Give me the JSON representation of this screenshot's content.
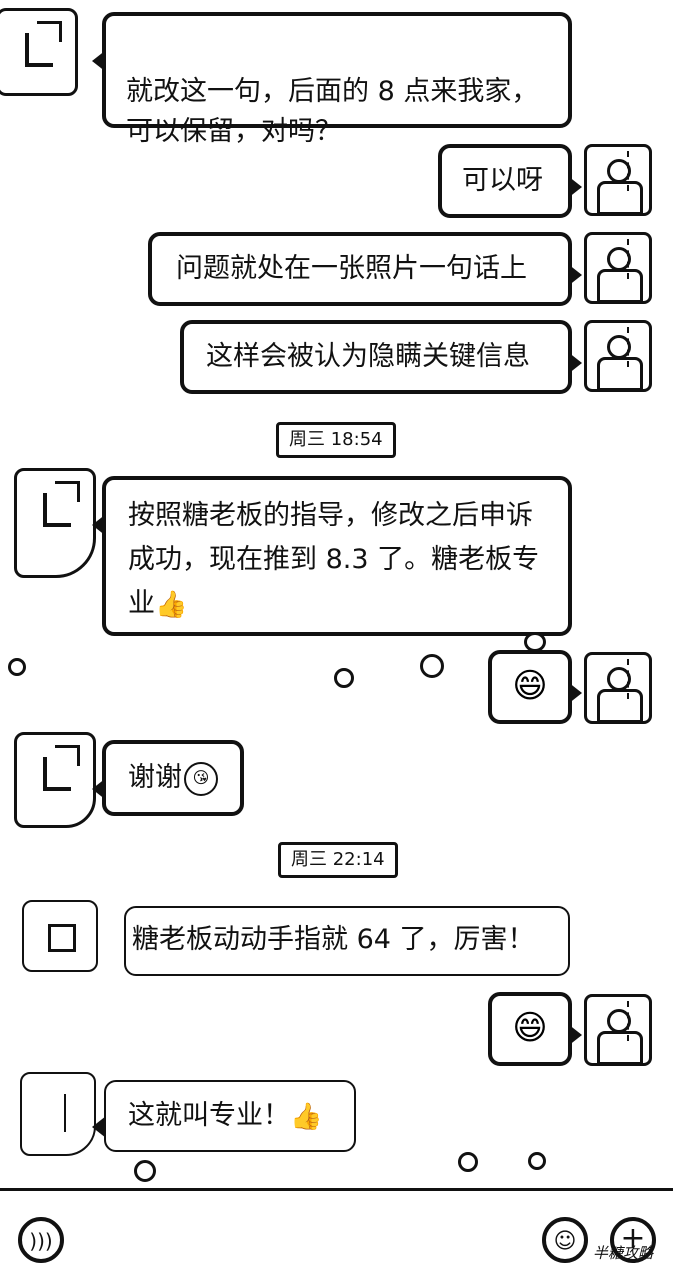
{
  "messages": [
    {
      "id": "m1",
      "side": "left",
      "text": "就改这一句，后面的 8 点来我家，\n可以保留，对吗？"
    },
    {
      "id": "m2",
      "side": "right",
      "text": "可以呀"
    },
    {
      "id": "m3",
      "side": "right",
      "text": "问题就处在一张照片一句话上"
    },
    {
      "id": "m4",
      "side": "right",
      "text": "这样会被认为隐瞒关键信息"
    },
    {
      "id": "m5",
      "side": "left",
      "text": "按照糖老板的指导，修改之后申诉成功，现在推到 8.3 了。糖老板专业",
      "emoji": "👍"
    },
    {
      "id": "m6",
      "side": "right",
      "sticker": "😄"
    },
    {
      "id": "m7",
      "side": "left",
      "text": "谢谢",
      "emoji": "😘"
    },
    {
      "id": "m8",
      "side": "left",
      "text": "糖老板动动手指就 64 了，厉害！"
    },
    {
      "id": "m9",
      "side": "right",
      "sticker": "😄"
    },
    {
      "id": "m10",
      "side": "left",
      "text": "这就叫专业！",
      "emoji": "👍"
    }
  ],
  "timestamps": [
    "周三 18:54",
    "周三 22:14"
  ],
  "bottom_bar": {
    "voice_icon": "voice-icon",
    "emoji_icon": "emoji-icon",
    "add_icon": "plus-icon"
  },
  "watermark": "半糖攻略"
}
